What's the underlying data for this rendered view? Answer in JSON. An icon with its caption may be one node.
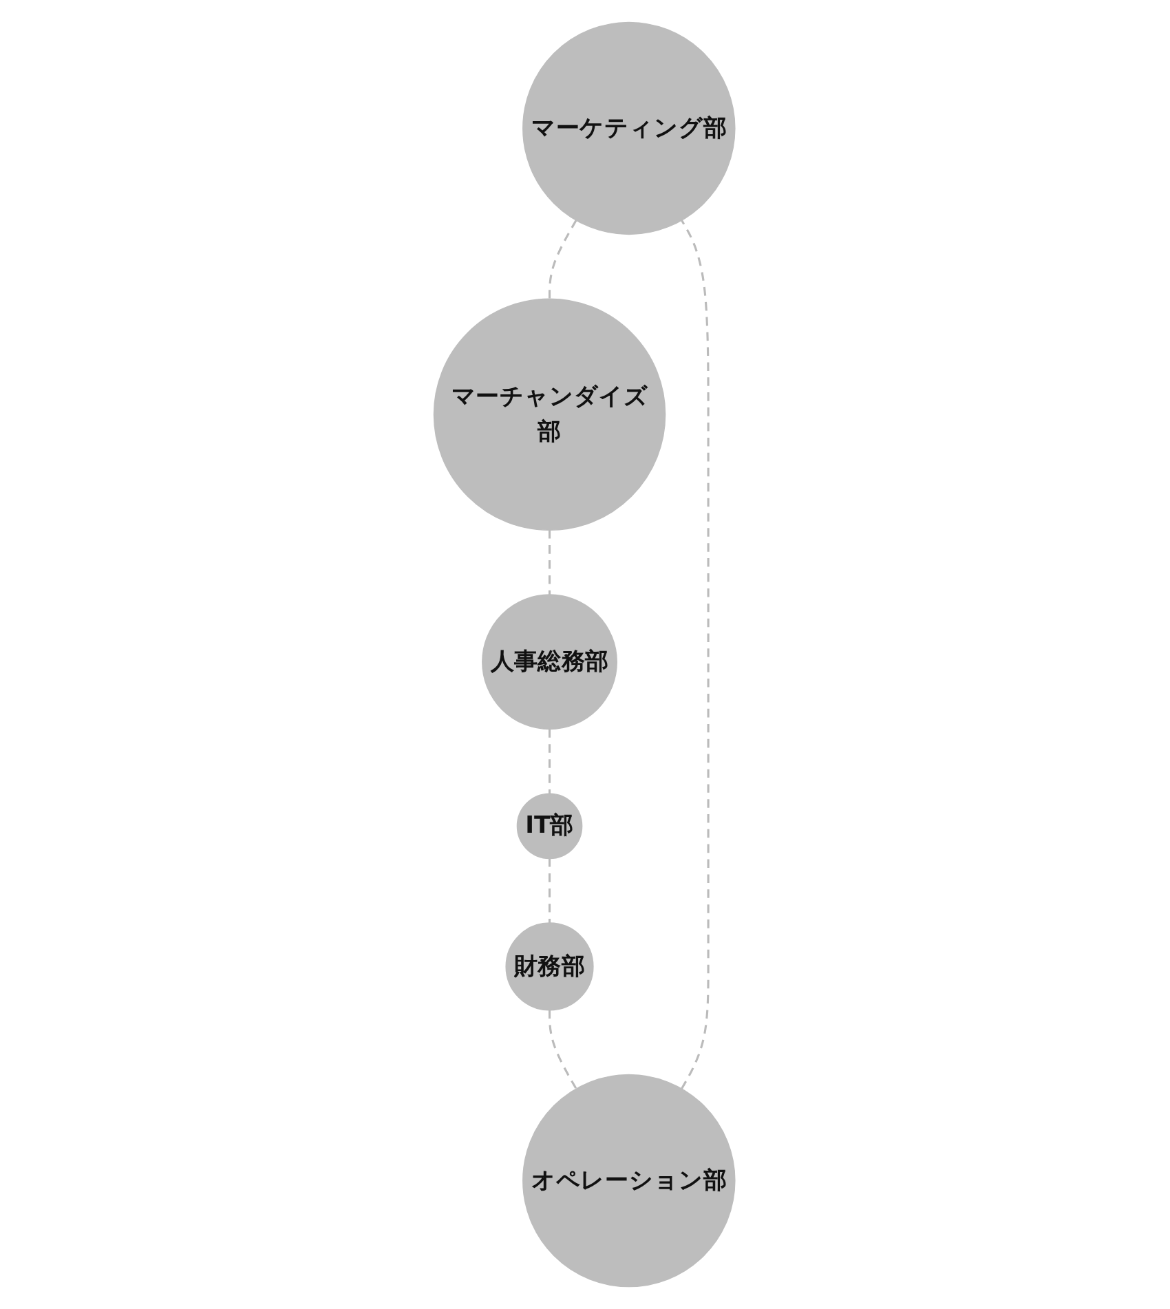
{
  "diagram": {
    "nodes": [
      {
        "text": [
          "マーケティング部"
        ]
      },
      {
        "text": [
          "オペレーション部"
        ]
      },
      {
        "text": [
          "マーチャンダイズ部"
        ]
      },
      {
        "text": [
          "財務部"
        ]
      },
      {
        "text": [
          "人事総務部"
        ]
      },
      {
        "text": [
          "IT部"
        ]
      }
    ],
    "edges": [
      {
        "from": 0,
        "to": 2,
        "arrow": "none",
        "style": "dashed"
      },
      {
        "from": 2,
        "to": 4,
        "arrow": "none",
        "style": "dashed"
      },
      {
        "from": 4,
        "to": 5,
        "arrow": "none",
        "style": "dashed"
      },
      {
        "from": 5,
        "to": 3,
        "arrow": "none",
        "style": "dashed"
      },
      {
        "from": 3,
        "to": 1,
        "arrow": "none",
        "style": "dashed"
      },
      {
        "from": 1,
        "to": 0,
        "arrow": "none",
        "style": "dashed"
      }
    ]
  }
}
